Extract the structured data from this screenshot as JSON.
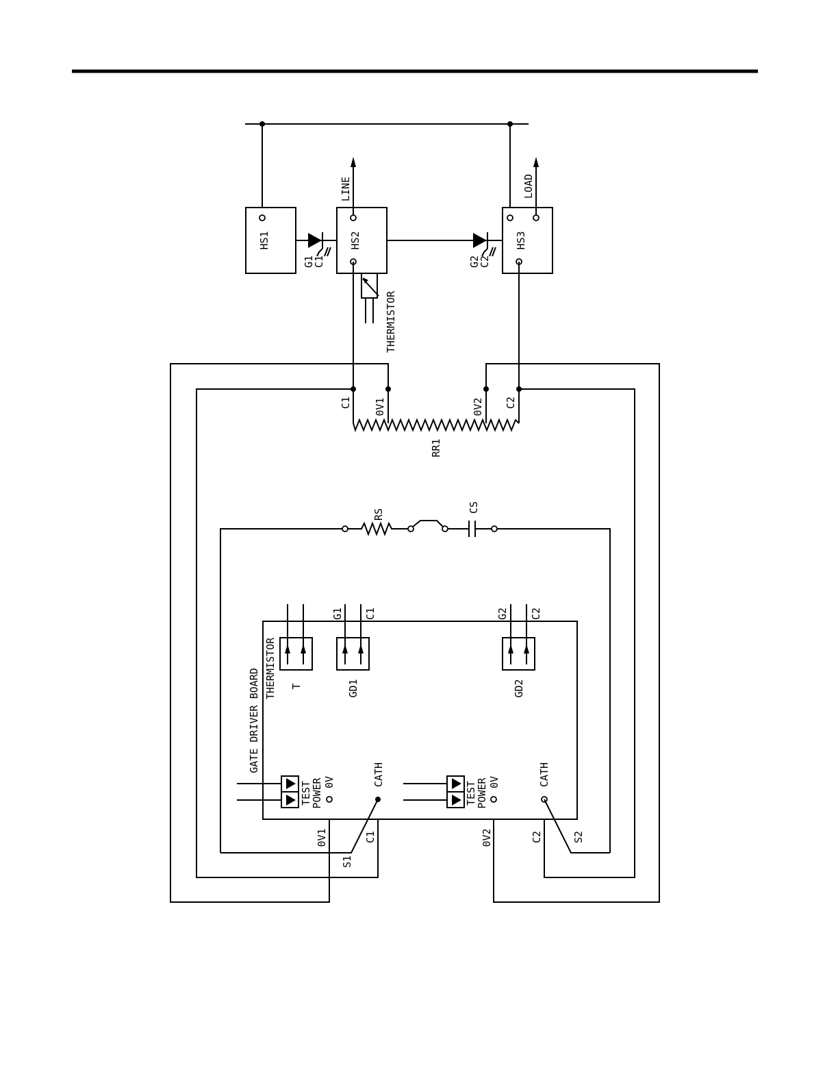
{
  "labels": {
    "hs1": "HS1",
    "hs2": "HS2",
    "hs3": "HS3",
    "line": "LINE",
    "load": "LOAD",
    "g1": "G1",
    "c1": "C1",
    "g2": "G2",
    "c2": "C2",
    "thermistor": "THERMISTOR",
    "ov1": "0V1",
    "ov2": "0V2",
    "rr1": "RR1",
    "rs": "RS",
    "cs": "CS",
    "gate_driver_board": "GATE DRIVER BOARD",
    "t": "T",
    "gd1": "GD1",
    "gd2": "GD2",
    "test": "TEST",
    "power": "POWER",
    "ov": "0V",
    "cath": "CATH",
    "s1": "S1",
    "s2": "S2"
  }
}
